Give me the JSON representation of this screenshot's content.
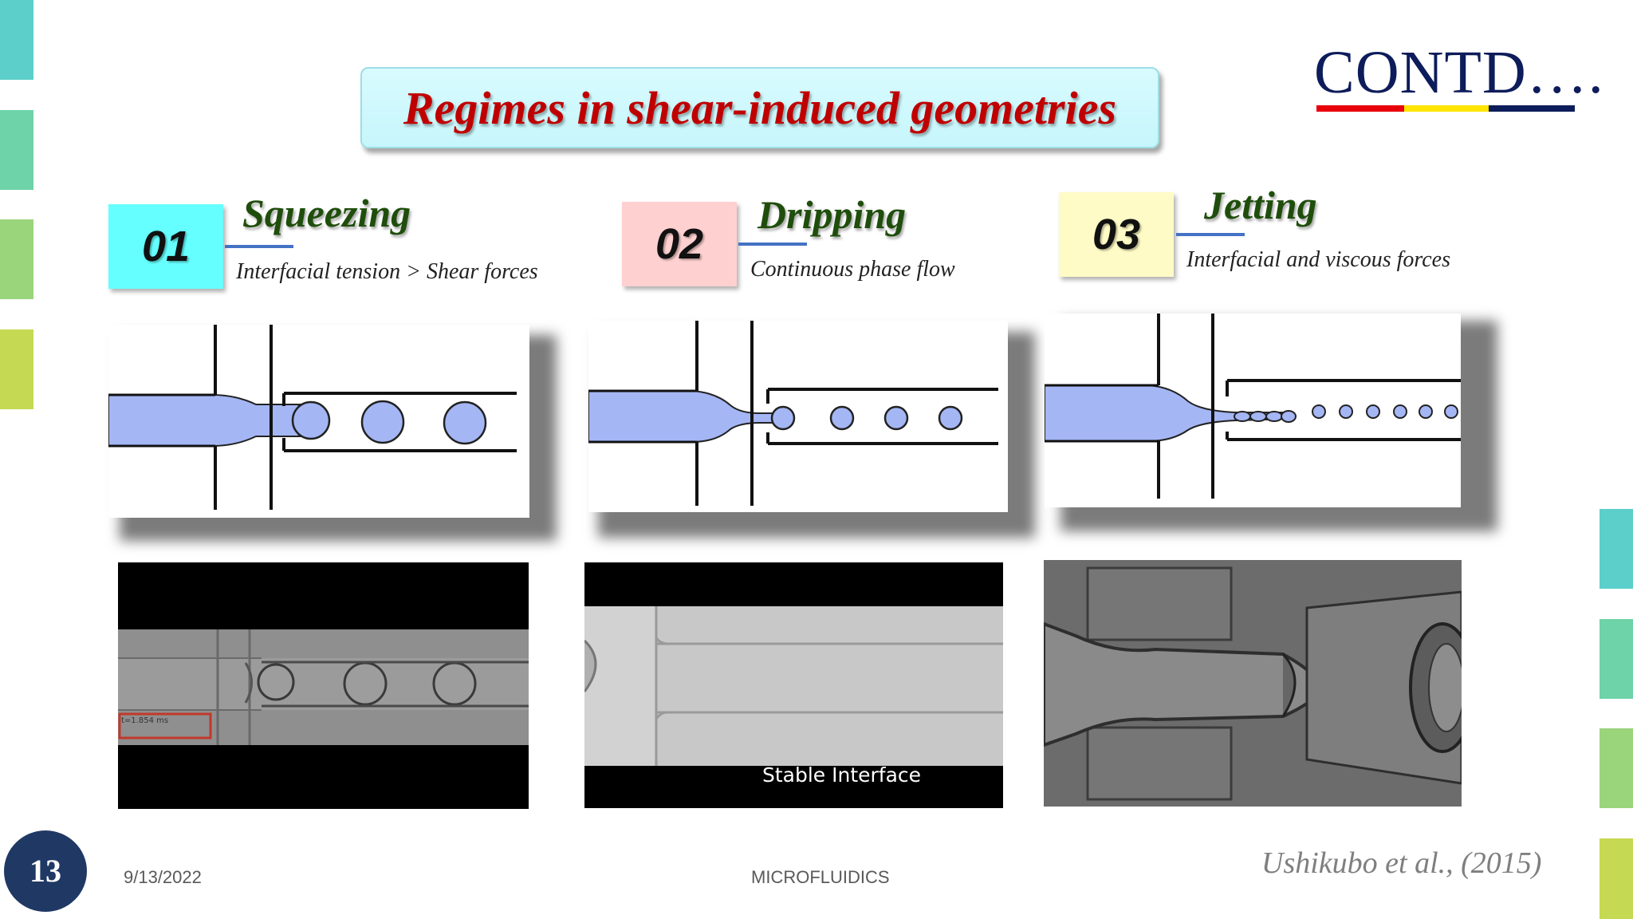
{
  "slide": {
    "title": "Regimes in shear-induced geometries",
    "corner_heading": "CONTD….",
    "regimes": [
      {
        "number": "01",
        "name": "Squeezing",
        "description": "Interfacial tension > Shear forces",
        "number_box_color": "#66ffff"
      },
      {
        "number": "02",
        "name": "Dripping",
        "description": "Continuous phase flow",
        "number_box_color": "#ffd0d0"
      },
      {
        "number": "03",
        "name": "Jetting",
        "description": "Interfacial and viscous forces",
        "number_box_color": "#fffbc6"
      }
    ],
    "photo_caption": "Stable Interface",
    "timestamp_label": "t=1.854 ms",
    "citation": "Ushikubo et al., (2015)"
  },
  "footer": {
    "page_number": "13",
    "date": "9/13/2022",
    "topic": "MICROFLUIDICS"
  },
  "colors": {
    "title_red": "#c00000",
    "regime_green": "#1f4e0c",
    "navy": "#203864",
    "fluid_blue": "#a4b6f4",
    "accent_line": "#4472c4"
  }
}
